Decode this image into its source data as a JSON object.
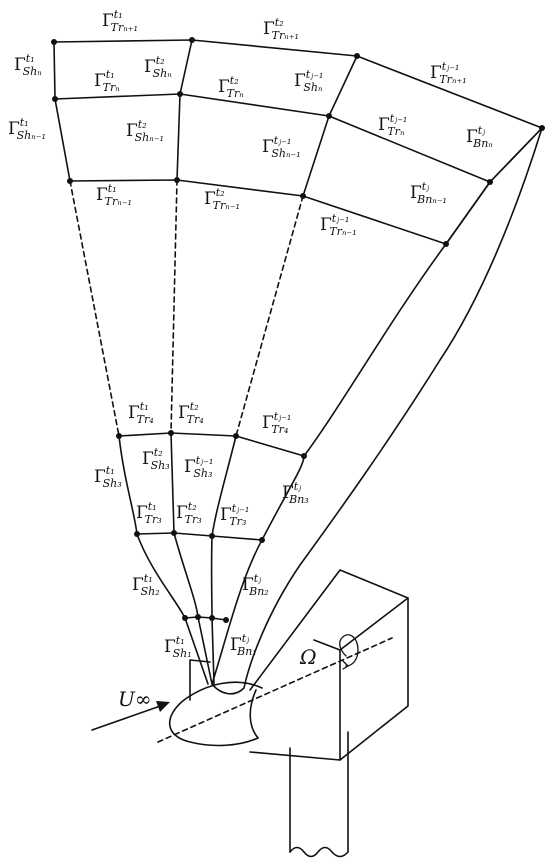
{
  "diagram": {
    "labels": {
      "tr_t1_np1": {
        "base": "Γ",
        "sup": "t₁",
        "sub": "Trₙ₊₁"
      },
      "tr_t2_np1": {
        "base": "Γ",
        "sup": "t₂",
        "sub": "Trₙ₊₁"
      },
      "tr_tj1_np1": {
        "base": "Γ",
        "sup": "tⱼ₋₁",
        "sub": "Trₙ₊₁"
      },
      "sh_t1_n": {
        "base": "Γ",
        "sup": "t₁",
        "sub": "Shₙ"
      },
      "sh_t2_n": {
        "base": "Γ",
        "sup": "t₂",
        "sub": "Shₙ"
      },
      "sh_tj1_n": {
        "base": "Γ",
        "sup": "tⱼ₋₁",
        "sub": "Shₙ"
      },
      "tr_t1_n": {
        "base": "Γ",
        "sup": "t₁",
        "sub": "Trₙ"
      },
      "tr_t2_n": {
        "base": "Γ",
        "sup": "t₂",
        "sub": "Trₙ"
      },
      "tr_tj1_n": {
        "base": "Γ",
        "sup": "tⱼ₋₁",
        "sub": "Trₙ"
      },
      "bn_tj_n": {
        "base": "Γ",
        "sup": "tⱼ",
        "sub": "Bnₙ"
      },
      "sh_t1_nm1": {
        "base": "Γ",
        "sup": "t₁",
        "sub": "Shₙ₋₁"
      },
      "sh_t2_nm1": {
        "base": "Γ",
        "sup": "t₂",
        "sub": "Shₙ₋₁"
      },
      "sh_tj1_nm1": {
        "base": "Γ",
        "sup": "tⱼ₋₁",
        "sub": "Shₙ₋₁"
      },
      "bn_tj_nm1": {
        "base": "Γ",
        "sup": "tⱼ",
        "sub": "Bnₙ₋₁"
      },
      "tr_t1_nm1": {
        "base": "Γ",
        "sup": "t₁",
        "sub": "Trₙ₋₁"
      },
      "tr_t2_nm1": {
        "base": "Γ",
        "sup": "t₂",
        "sub": "Trₙ₋₁"
      },
      "tr_tj1_nm1": {
        "base": "Γ",
        "sup": "tⱼ₋₁",
        "sub": "Trₙ₋₁"
      },
      "tr_t1_4": {
        "base": "Γ",
        "sup": "t₁",
        "sub": "Tr₄"
      },
      "tr_t2_4": {
        "base": "Γ",
        "sup": "t₂",
        "sub": "Tr₄"
      },
      "tr_tj1_4": {
        "base": "Γ",
        "sup": "tⱼ₋₁",
        "sub": "Tr₄"
      },
      "sh_t1_3": {
        "base": "Γ",
        "sup": "t₁",
        "sub": "Sh₃"
      },
      "sh_t2_3": {
        "base": "Γ",
        "sup": "t₂",
        "sub": "Sh₃"
      },
      "sh_tj1_3": {
        "base": "Γ",
        "sup": "tⱼ₋₁",
        "sub": "Sh₃"
      },
      "bn_tj_3": {
        "base": "Γ",
        "sup": "tⱼ",
        "sub": "Bn₃"
      },
      "tr_t1_3": {
        "base": "Γ",
        "sup": "t₁",
        "sub": "Tr₃"
      },
      "tr_t2_3": {
        "base": "Γ",
        "sup": "t₂",
        "sub": "Tr₃"
      },
      "tr_tj1_3": {
        "base": "Γ",
        "sup": "tⱼ₋₁",
        "sub": "Tr₃"
      },
      "sh_t1_2": {
        "base": "Γ",
        "sup": "t₁",
        "sub": "Sh₂"
      },
      "bn_tj_2": {
        "base": "Γ",
        "sup": "tⱼ",
        "sub": "Bn₂"
      },
      "sh_t1_1": {
        "base": "Γ",
        "sup": "t₁",
        "sub": "Sh₁"
      },
      "bn_tj_1": {
        "base": "Γ",
        "sup": "tⱼ",
        "sub": "Bn₁"
      }
    },
    "freestream_label": "U∞",
    "rotation_label": "Ω"
  }
}
